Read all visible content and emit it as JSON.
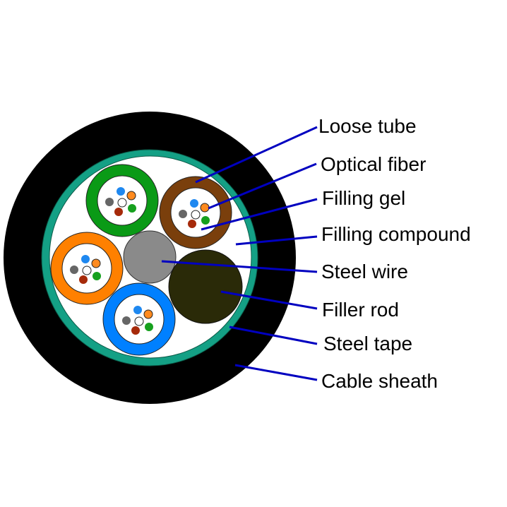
{
  "diagram": {
    "title": "Optical fiber cable cross-section",
    "labels": [
      {
        "id": "loose-tube",
        "text": "Loose tube"
      },
      {
        "id": "optical-fiber",
        "text": "Optical fiber"
      },
      {
        "id": "filling-gel",
        "text": "Filling gel"
      },
      {
        "id": "filling-compound",
        "text": "Filling compound"
      },
      {
        "id": "steel-wire",
        "text": "Steel wire"
      },
      {
        "id": "filler-rod",
        "text": "Filler rod"
      },
      {
        "id": "steel-tape",
        "text": "Steel tape"
      },
      {
        "id": "cable-sheath",
        "text": "Cable sheath"
      }
    ],
    "colors": {
      "sheath": "#000000",
      "steel_tape": "#14a085",
      "filling_compound": "#ffffff",
      "steel_wire": "#8a8a8a",
      "filler_rod": "#2a2a08",
      "leader_line": "#0000c0",
      "loose_tubes": [
        "#0a9a16",
        "#7a3f0c",
        "#ff8000",
        "#0080ff"
      ],
      "fibers": [
        "#1e88f0",
        "#ff8a1e",
        "#666666",
        "#ffffff",
        "#a62a0a",
        "#16a01e"
      ]
    },
    "loose_tubes": [
      {
        "name": "green-tube",
        "color_index": 0
      },
      {
        "name": "brown-tube",
        "color_index": 1
      },
      {
        "name": "orange-tube",
        "color_index": 2
      },
      {
        "name": "blue-tube",
        "color_index": 3
      }
    ],
    "fibers_per_tube": 6
  }
}
